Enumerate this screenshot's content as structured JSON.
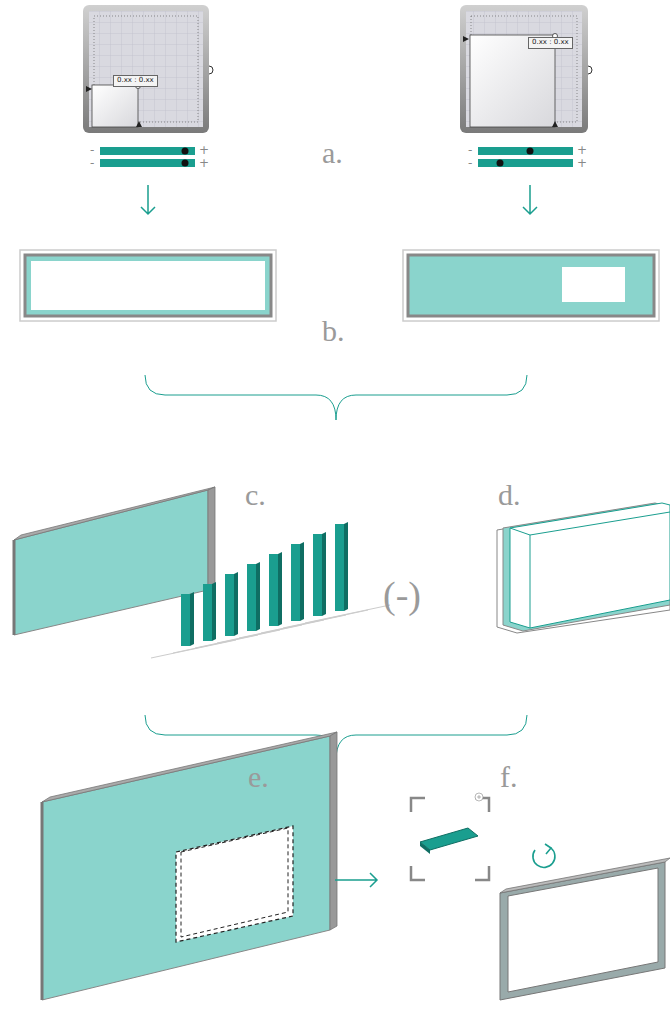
{
  "diagram": {
    "nodes": [
      {
        "text": [
          "0.xx : 0.xx"
        ]
      },
      {
        "text": [
          "0.xx : 0.xx"
        ]
      }
    ],
    "labels": [
      "a.",
      "b.",
      "c.",
      "d.",
      "(-)",
      "e.",
      "f.",
      "-",
      "+",
      "-",
      "+",
      "-",
      "+",
      "-",
      "+"
    ]
  }
}
